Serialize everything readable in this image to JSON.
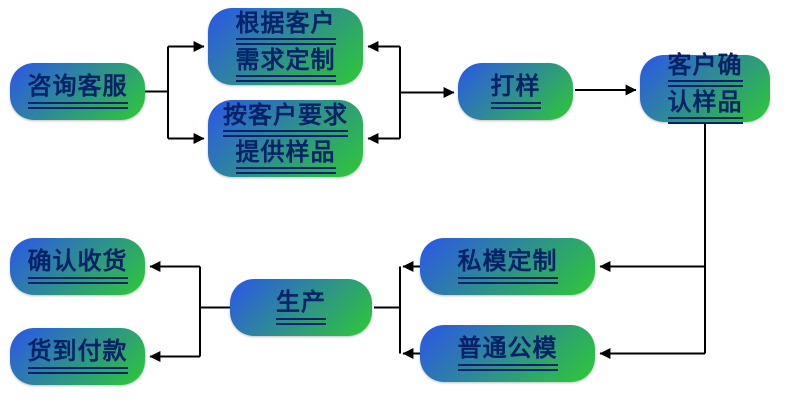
{
  "diagram": {
    "type": "flowchart",
    "background_color": "#ffffff",
    "node_fill_gradient_start": "#2c55e8",
    "node_fill_gradient_end": "#2fc934",
    "node_text_color": "#002266",
    "connector_color": "#000000",
    "nodes": [
      {
        "id": "consult-service",
        "lines": [
          "咨询客服"
        ]
      },
      {
        "id": "custom-made-to-needs",
        "lines": [
          "根据客户",
          "需求定制"
        ]
      },
      {
        "id": "samples-on-request",
        "lines": [
          "按客户要求",
          "提供样品"
        ]
      },
      {
        "id": "proofing",
        "lines": [
          "打样"
        ]
      },
      {
        "id": "customer-confirms-sample",
        "lines": [
          "客户确",
          "认样品"
        ]
      },
      {
        "id": "confirm-receipt",
        "lines": [
          "确认收货"
        ]
      },
      {
        "id": "cash-on-delivery",
        "lines": [
          "货到付款"
        ]
      },
      {
        "id": "production",
        "lines": [
          "生产"
        ]
      },
      {
        "id": "private-mold-custom",
        "lines": [
          "私模定制"
        ]
      },
      {
        "id": "common-public-mold",
        "lines": [
          "普通公模"
        ]
      }
    ],
    "edges": [
      {
        "from": "consult-service",
        "to": "custom-made-to-needs"
      },
      {
        "from": "consult-service",
        "to": "samples-on-request"
      },
      {
        "from": "custom-made-to-needs",
        "to": "proofing"
      },
      {
        "from": "samples-on-request",
        "to": "proofing"
      },
      {
        "from": "proofing",
        "to": "customer-confirms-sample"
      },
      {
        "from": "customer-confirms-sample",
        "to": "private-mold-custom"
      },
      {
        "from": "customer-confirms-sample",
        "to": "common-public-mold"
      },
      {
        "from": "private-mold-custom",
        "to": "production"
      },
      {
        "from": "common-public-mold",
        "to": "production"
      },
      {
        "from": "production",
        "to": "confirm-receipt"
      },
      {
        "from": "production",
        "to": "cash-on-delivery"
      }
    ]
  }
}
